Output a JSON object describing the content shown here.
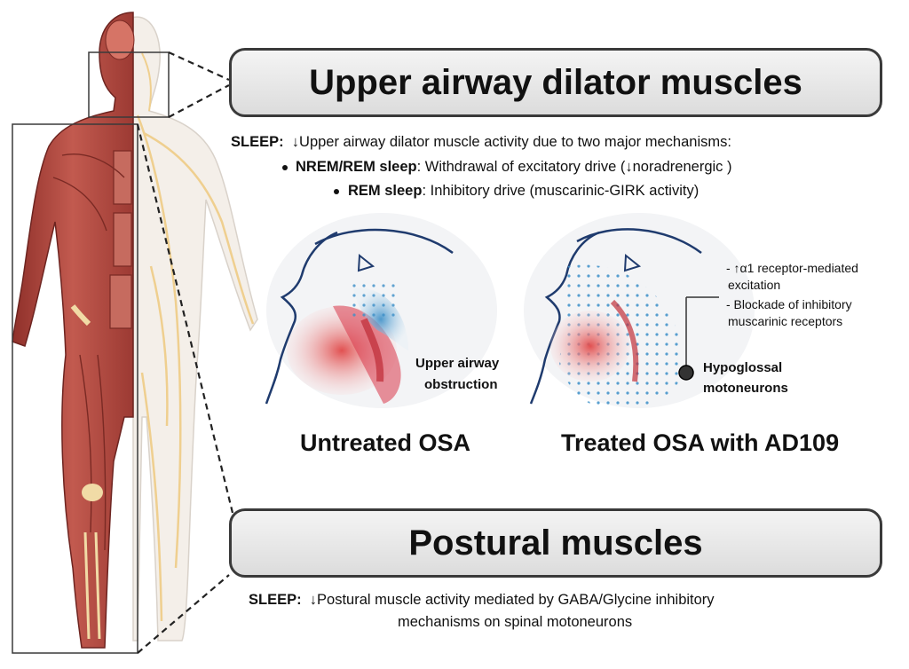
{
  "upper_panel": {
    "title": "Upper airway dilator muscles",
    "sleep_label": "SLEEP",
    "sleep_text": "Upper airway dilator muscle activity due to two major mechanisms:",
    "bullets": [
      {
        "label": "NREM/REM sleep",
        "text": ": Withdrawal of excitatory drive (",
        "extra": "noradrenergic )"
      },
      {
        "label": "REM sleep",
        "text": ": Inhibitory drive (muscarinic-GIRK activity)"
      }
    ]
  },
  "untreated": {
    "caption": "Untreated OSA",
    "annotation_line1": "Upper airway",
    "annotation_line2": "obstruction"
  },
  "treated": {
    "caption": "Treated OSA with AD109",
    "note_line1": "- ↑α1 receptor-mediated",
    "note_line2": "excitation",
    "note_line3": "- Blockade of inhibitory",
    "note_line4": "muscarinic receptors",
    "neuron_line1": "Hypoglossal",
    "neuron_line2": "motoneurons"
  },
  "postural_panel": {
    "title": "Postural muscles",
    "sleep_label": "SLEEP",
    "line1": "Postural muscle activity mediated by GABA/Glycine inhibitory",
    "line2": "mechanisms on spinal motoneurons"
  },
  "symbols": {
    "down_arrow": "↓"
  },
  "colors": {
    "muscle": "#b2473f",
    "muscle_dark": "#8a2f2a",
    "nerve": "#f0d9a8",
    "airway_blue": "#3c8fc8",
    "tissue_red": "#e05a5a",
    "outline": "#1f3b6e"
  }
}
